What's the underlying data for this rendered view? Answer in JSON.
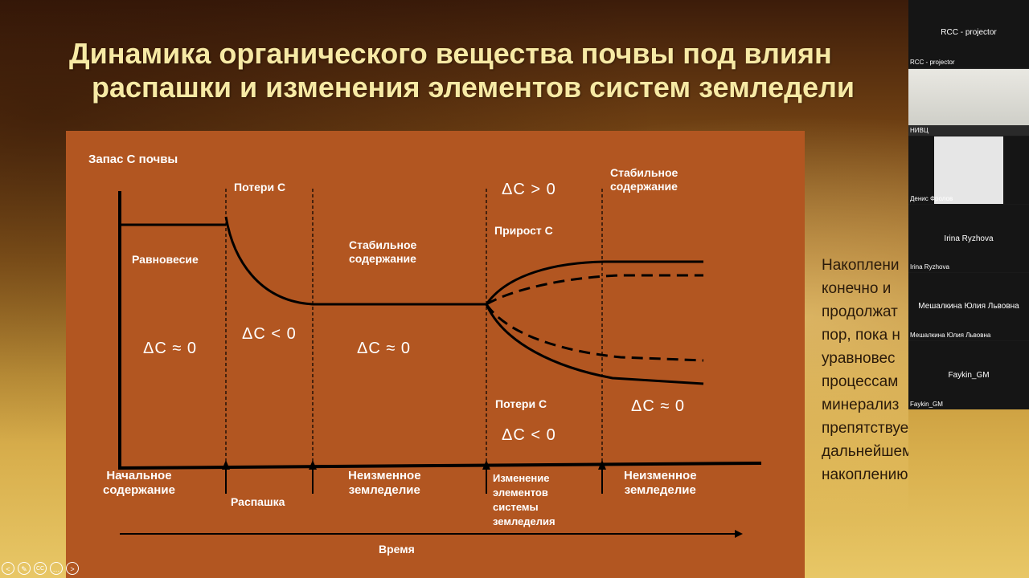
{
  "slide": {
    "title_line1": "Динамика органического вещества почвы под влиян",
    "title_line2": "распашки и изменения элементов систем земледели",
    "side_text": [
      "Накоплени",
      "конечно и",
      "продолжат",
      "пор, пока н",
      "уравновес",
      "процессам",
      "минерализ",
      "препятствует",
      "дальнейшему его",
      "накоплению."
    ]
  },
  "diagram": {
    "ylabel": "Запас С почвы",
    "xlabel": "Время",
    "phase_titles": {
      "carbon_loss_top": "Потери С",
      "stable_top": "Стабильное\nсодержание",
      "delta_positive": "ΔC > 0",
      "stable_right": "Стабильное\nсодержание",
      "equilibrium": "Равновесие",
      "carbon_gain": "Прирост С",
      "carbon_loss_bottom": "Потери С"
    },
    "deltas": {
      "d1": "ΔC ≈ 0",
      "d2": "ΔC < 0",
      "d3": "ΔC ≈ 0",
      "d4": "ΔC ≈ 0",
      "d5": "ΔC < 0"
    },
    "x_events": {
      "initial": "Начальное\nсодержание",
      "plowing": "Распашка",
      "unchanged1": "Неизменное\nземледелие",
      "change": "Изменение\nэлементов\nсистемы\nземледелия",
      "unchanged2": "Неизменное\nземледелие"
    }
  },
  "participants": [
    {
      "name": "RCC - projector",
      "label": "RCC - projector"
    },
    {
      "name": "",
      "label": "НИВЦ"
    },
    {
      "name": "",
      "label": "Денис Фролов"
    },
    {
      "name": "Irina Ryzhova",
      "label": "Irina Ryzhova"
    },
    {
      "name": "Мешалкина Юлия Львовна",
      "label": "Мешалкина Юлия Львовна"
    },
    {
      "name": "Faykin_GM",
      "label": "Faykin_GM"
    }
  ],
  "controls": {
    "back": "<",
    "edit": "✎",
    "cc": "CC",
    "more": "…",
    "forward": ">"
  }
}
